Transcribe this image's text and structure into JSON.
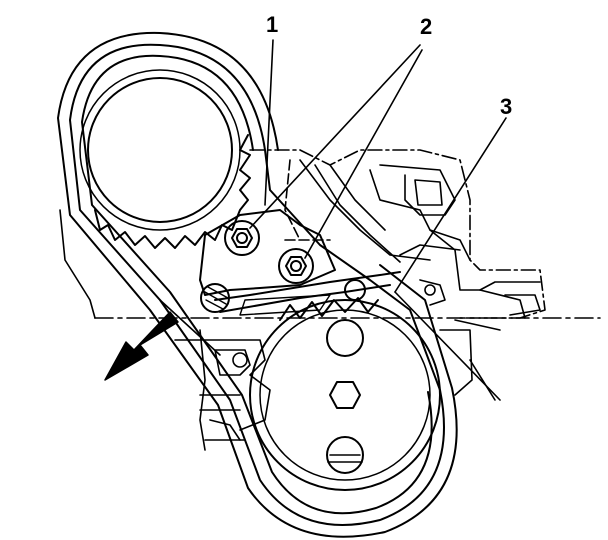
{
  "callouts": [
    {
      "id": "1",
      "label": "1"
    },
    {
      "id": "2",
      "label": "2"
    },
    {
      "id": "3",
      "label": "3"
    }
  ],
  "colors": {
    "line": "#000000",
    "background": "#ffffff"
  },
  "icons": [
    "direction-arrow-icon",
    "hex-bolt-icon"
  ]
}
